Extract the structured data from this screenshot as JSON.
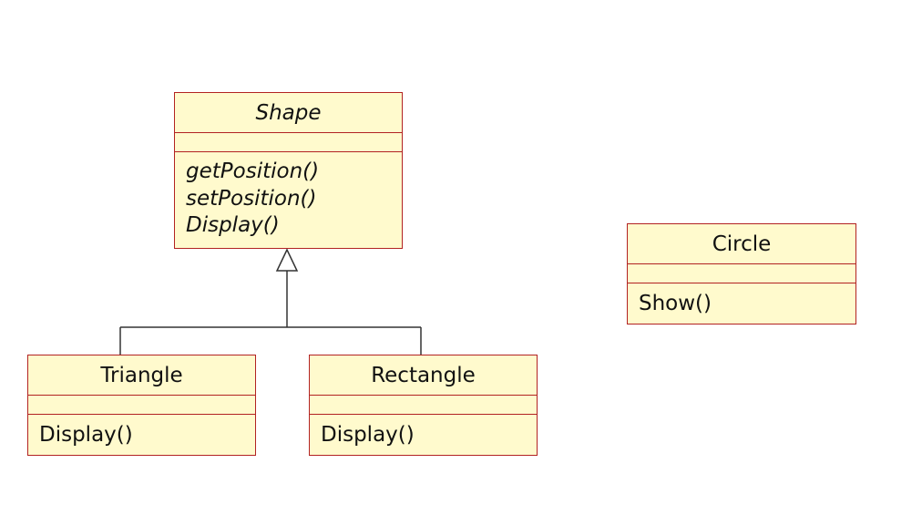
{
  "diagram": {
    "classes": {
      "shape": {
        "name": "Shape",
        "abstract": true,
        "operations": [
          "getPosition()",
          "setPosition()",
          "Display()"
        ]
      },
      "triangle": {
        "name": "Triangle",
        "operations": [
          "Display()"
        ]
      },
      "rectangle": {
        "name": "Rectangle",
        "operations": [
          "Display()"
        ]
      },
      "circle": {
        "name": "Circle",
        "operations": [
          "Show()"
        ]
      }
    },
    "relationships": [
      {
        "type": "generalization",
        "from": "Triangle",
        "to": "Shape"
      },
      {
        "type": "generalization",
        "from": "Rectangle",
        "to": "Shape"
      }
    ],
    "colors": {
      "class_fill": "#fffacd",
      "class_border": "#b22222",
      "connector": "#333333"
    }
  }
}
